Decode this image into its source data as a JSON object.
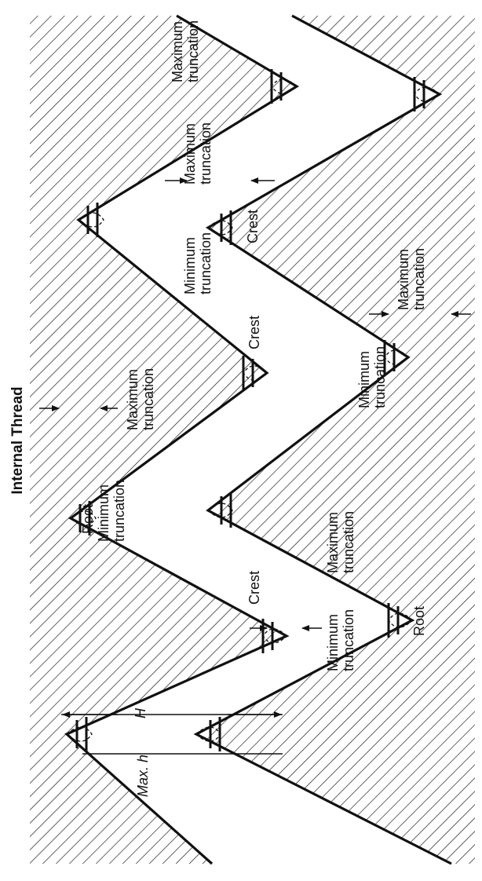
{
  "title": "Internal Thread",
  "labels": {
    "root": "Root",
    "crest": "Crest",
    "minimum": "Minimum",
    "maximum": "Maximum",
    "truncation": "truncation",
    "h_symbol": "H",
    "max_h": "Max. h"
  },
  "colors": {
    "ink": "#111111",
    "background": "#ffffff"
  }
}
